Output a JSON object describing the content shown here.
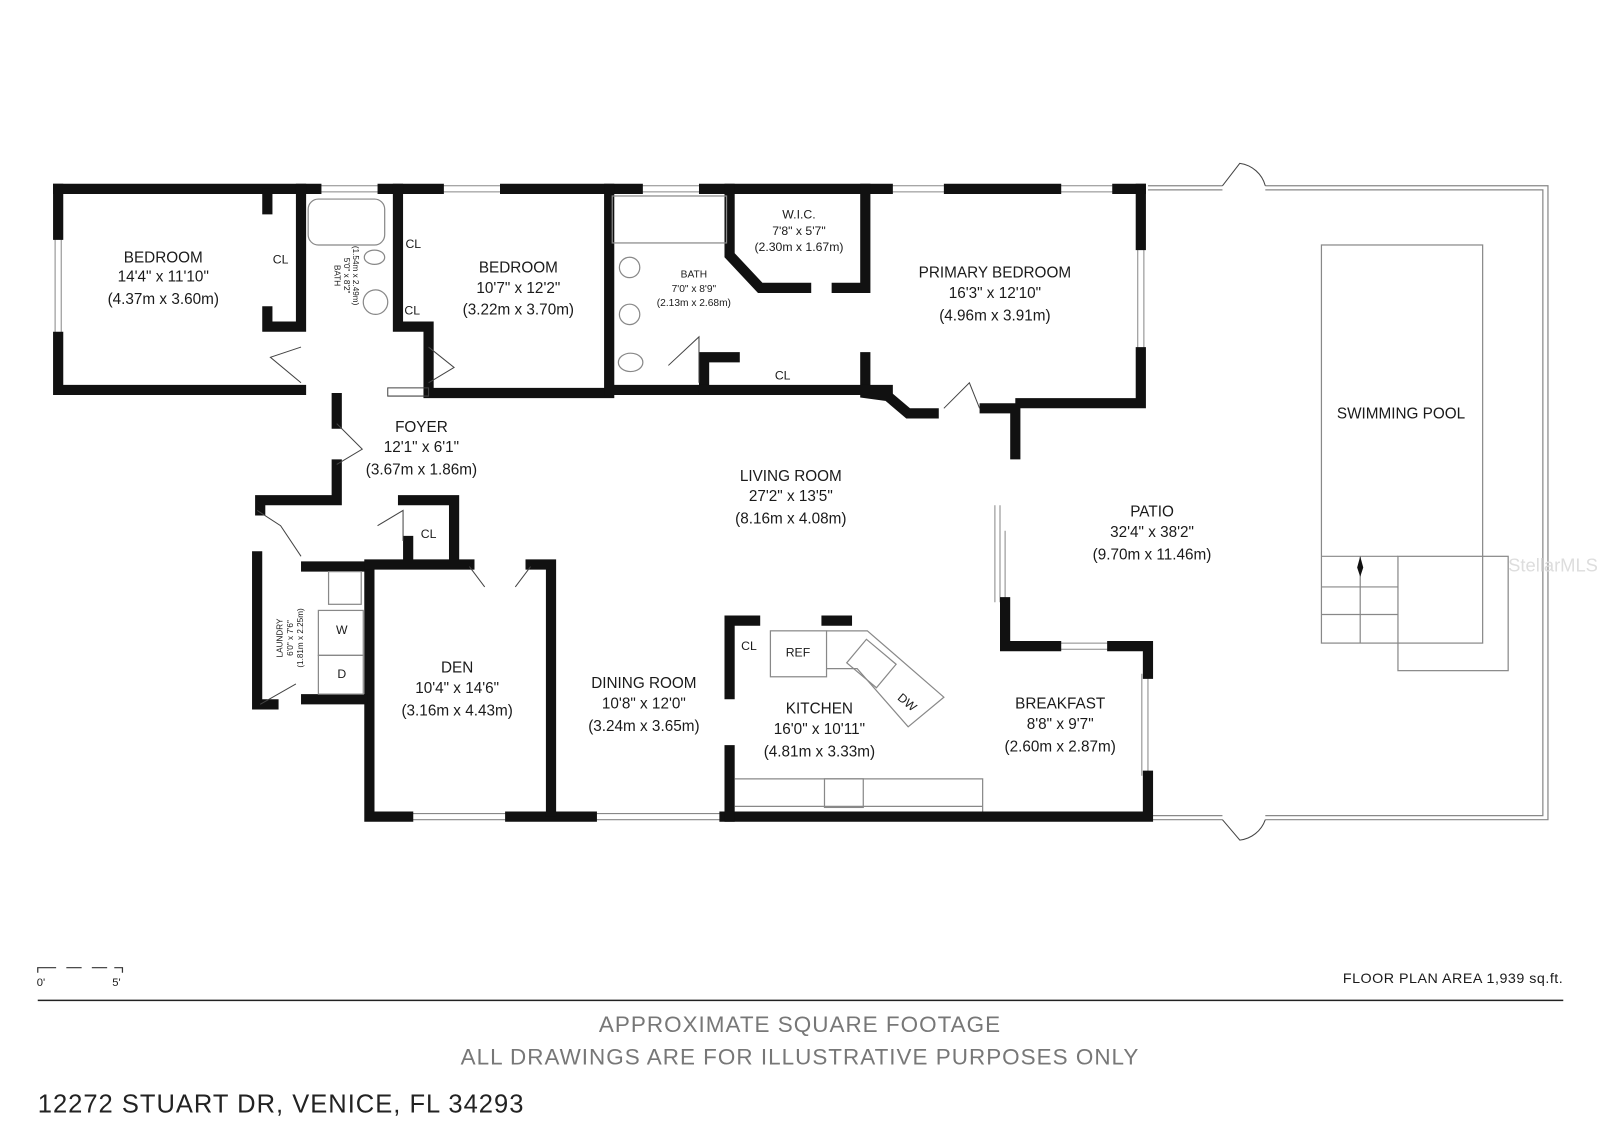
{
  "rooms": {
    "bedroom1": {
      "name": "BEDROOM",
      "dims": "14'4\" x 11'10\"",
      "metric": "(4.37m x 3.60m)"
    },
    "bath1": {
      "name": "BATH",
      "dims": "5'0\" x 8'2\"",
      "metric": "(1.54m x 2.49m)"
    },
    "bedroom2": {
      "name": "BEDROOM",
      "dims": "10'7\" x 12'2\"",
      "metric": "(3.22m x 3.70m)"
    },
    "bath2": {
      "name": "BATH",
      "dims": "7'0\" x 8'9\"",
      "metric": "(2.13m x 2.68m)"
    },
    "wic": {
      "name": "W.I.C.",
      "dims": "7'8\" x 5'7\"",
      "metric": "(2.30m x 1.67m)"
    },
    "primary": {
      "name": "PRIMARY BEDROOM",
      "dims": "16'3\" x 12'10\"",
      "metric": "(4.96m x 3.91m)"
    },
    "foyer": {
      "name": "FOYER",
      "dims": "12'1\" x 6'1\"",
      "metric": "(3.67m x 1.86m)"
    },
    "living": {
      "name": "LIVING ROOM",
      "dims": "27'2\" x 13'5\"",
      "metric": "(8.16m x 4.08m)"
    },
    "patio": {
      "name": "PATIO",
      "dims": "32'4\" x 38'2\"",
      "metric": "(9.70m x 11.46m)"
    },
    "pool": {
      "name": "SWIMMING POOL"
    },
    "laundry": {
      "name": "LAUNDRY",
      "dims": "6'0\" x 7'6\"",
      "metric": "(1.81m x 2.25m)"
    },
    "den": {
      "name": "DEN",
      "dims": "10'4\" x 14'6\"",
      "metric": "(3.16m x 4.43m)"
    },
    "dining": {
      "name": "DINING ROOM",
      "dims": "10'8\" x 12'0\"",
      "metric": "(3.24m x 3.65m)"
    },
    "kitchen": {
      "name": "KITCHEN",
      "dims": "16'0\" x 10'11\"",
      "metric": "(4.81m x 3.33m)"
    },
    "breakfast": {
      "name": "BREAKFAST",
      "dims": "8'8\" x 9'7\"",
      "metric": "(2.60m x 2.87m)"
    }
  },
  "fixtures": {
    "closet": "CL",
    "ref": "REF",
    "dw": "DW",
    "washer": "W",
    "dryer": "D"
  },
  "scale": {
    "start": "0'",
    "end": "5'"
  },
  "area": "FLOOR PLAN AREA 1,939 sq.ft.",
  "disclaimer": [
    "APPROXIMATE SQUARE FOOTAGE",
    "ALL DRAWINGS ARE FOR ILLUSTRATIVE PURPOSES ONLY"
  ],
  "address": "12272 STUART DR, VENICE, FL 34293",
  "watermark": "StellarMLS"
}
